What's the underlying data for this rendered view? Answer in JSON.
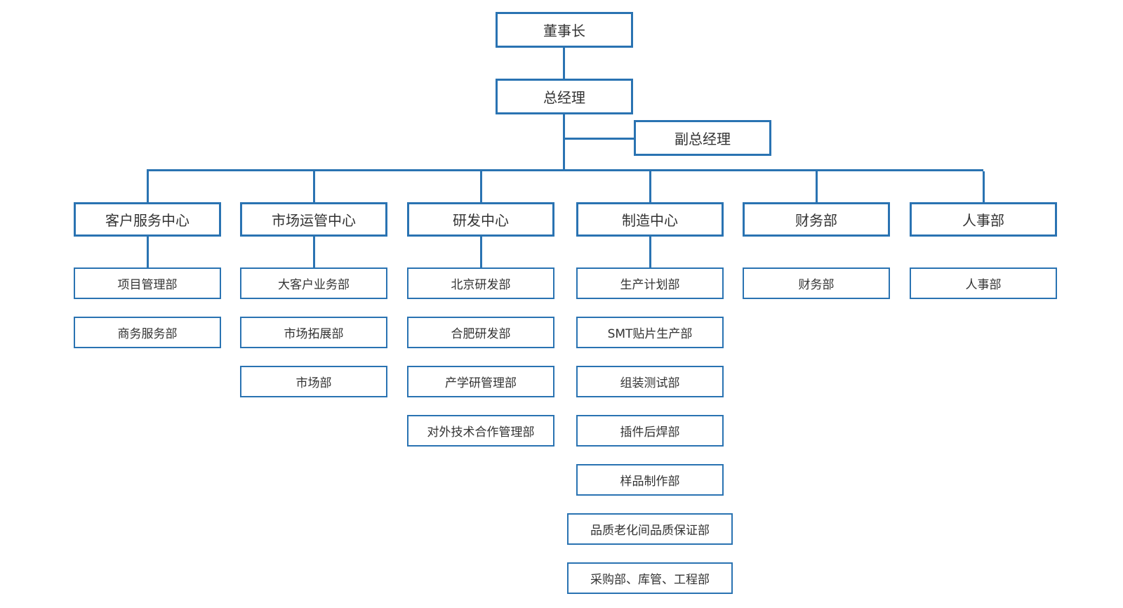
{
  "colors": {
    "line": "#2a73b2",
    "text": "#333333",
    "background": "#ffffff"
  },
  "chairman": "董事长",
  "general_manager": "总经理",
  "deputy_general_manager": "副总经理",
  "centers": [
    {
      "name": "客户服务中心",
      "departments": [
        "项目管理部",
        "商务服务部"
      ]
    },
    {
      "name": "市场运管中心",
      "departments": [
        "大客户业务部",
        "市场拓展部",
        "市场部"
      ]
    },
    {
      "name": "研发中心",
      "departments": [
        "北京研发部",
        "合肥研发部",
        "产学研管理部",
        "对外技术合作管理部"
      ]
    },
    {
      "name": "制造中心",
      "departments": [
        "生产计划部",
        "SMT贴片生产部",
        "组装测试部",
        "插件后焊部",
        "样品制作部",
        "品质老化间品质保证部",
        "采购部、库管、工程部"
      ]
    },
    {
      "name": "财务部",
      "departments": [
        "财务部"
      ]
    },
    {
      "name": "人事部",
      "departments": [
        "人事部"
      ]
    }
  ]
}
